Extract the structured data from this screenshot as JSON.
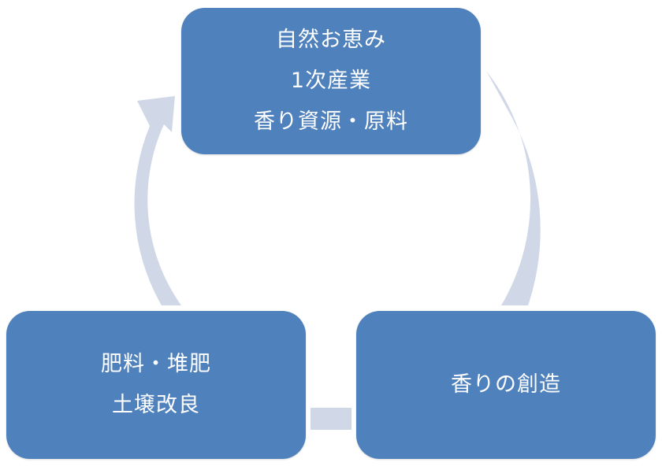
{
  "diagram": {
    "type": "cycle",
    "colors": {
      "node_fill": "#4F81BD",
      "node_text": "#FFFFFF",
      "connector": "#D0D8E8"
    },
    "nodes": [
      {
        "id": "top",
        "lines": [
          "自然お恵み",
          "1次産業",
          "香り資源・原料"
        ]
      },
      {
        "id": "right",
        "lines": [
          "香りの創造"
        ]
      },
      {
        "id": "left",
        "lines": [
          "肥料・堆肥",
          "土壌改良"
        ]
      }
    ],
    "edges": [
      {
        "from": "top",
        "to": "right"
      },
      {
        "from": "right",
        "to": "left"
      },
      {
        "from": "left",
        "to": "top"
      }
    ]
  }
}
